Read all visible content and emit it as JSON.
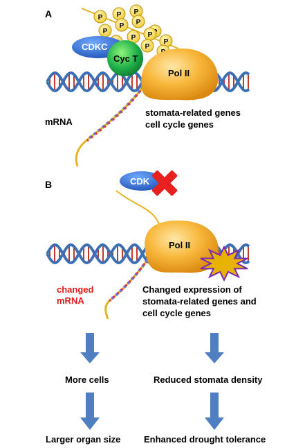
{
  "panels": {
    "a": "A",
    "b": "B"
  },
  "proteins": {
    "cdk": "CDKC",
    "cdk_b": "CDK",
    "cyc": "Cyc T",
    "pol": "Pol II",
    "phospho": "P"
  },
  "panel_a": {
    "mrna": "mRNA",
    "genes": [
      "stomata-related genes",
      "cell cycle genes"
    ]
  },
  "panel_b": {
    "mrna": [
      "changed",
      "mRNA"
    ],
    "expression": [
      "Changed expression of",
      "stomata-related genes and",
      "cell cycle genes"
    ]
  },
  "outcomes": {
    "left_1": "More cells",
    "left_2": "Larger organ size",
    "right_1": "Reduced stomata density",
    "right_2": "Enhanced drought tolerance"
  },
  "colors": {
    "dna_blue": "#3c6fb4",
    "rung_red": "#c0392b",
    "pol": "#f5a623",
    "cdk": "#2f6fd1",
    "cyc": "#22b14c",
    "phospho": "#f7dc55",
    "cross": "#e82020",
    "arrow": "#4f7fc1",
    "mrna_tail": "#e6b422"
  },
  "icons": [
    "red-x-icon",
    "starburst-icon",
    "down-arrow-icon"
  ]
}
